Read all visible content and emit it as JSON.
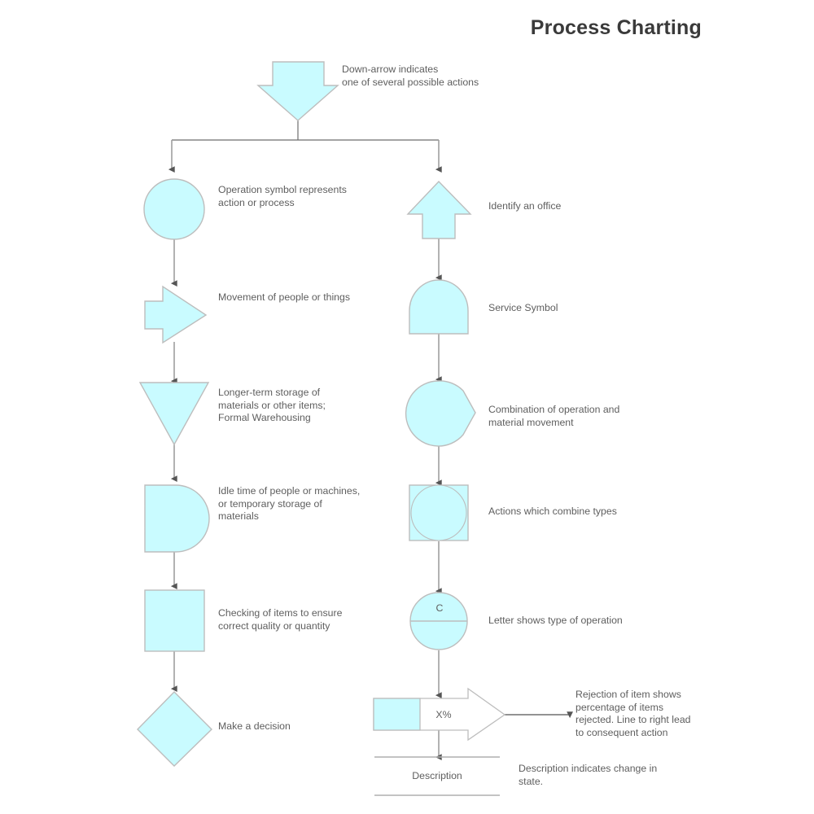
{
  "title": "Process Charting",
  "colors": {
    "shape_fill": "#C9FBFF",
    "shape_stroke": "#BDBDBD",
    "connector": "#9E9E9E",
    "branch_line": "#6E6E6E",
    "arrowhead": "#555555",
    "text": "#5E5E5E",
    "title_text": "#3A3A3A",
    "page_background": "#FFFFFF",
    "white_fill": "#FFFFFF"
  },
  "nodes": {
    "down_arrow": {
      "icon": "down-arrow-shape",
      "caption": "Down-arrow indicates\none of several possible actions"
    },
    "operation": {
      "icon": "circle-shape",
      "caption": "Operation symbol represents\naction or process"
    },
    "movement": {
      "icon": "right-arrow-shape",
      "caption": "Movement of people or things"
    },
    "storage": {
      "icon": "down-triangle-shape",
      "caption": "Longer-term storage of\nmaterials or other items;\nFormal Warehousing"
    },
    "delay": {
      "icon": "d-shape",
      "caption": "Idle time of people or machines,\nor temporary storage of\nmaterials"
    },
    "inspection": {
      "icon": "square-shape",
      "caption": "Checking of items to ensure\ncorrect quality or quantity"
    },
    "decision": {
      "icon": "diamond-shape",
      "caption": "Make a decision"
    },
    "office": {
      "icon": "up-arrow-shape",
      "caption": "Identify an office"
    },
    "service": {
      "icon": "dome-shape",
      "caption": "Service Symbol"
    },
    "combination": {
      "icon": "teardrop-shape",
      "caption": "Combination of operation and\nmaterial movement"
    },
    "combined_types": {
      "icon": "square-with-circle-shape",
      "caption": "Actions which combine types"
    },
    "lettered_operation": {
      "icon": "circle-with-letter-shape",
      "letter": "C",
      "caption": "Letter shows type of operation"
    },
    "rejection": {
      "icon": "percent-arrow-shape",
      "value": "X%",
      "caption": "Rejection of item shows\npercentage of items\nrejected. Line to right lead\nto consequent action"
    },
    "description": {
      "icon": "description-band-shape",
      "label": "Description",
      "caption": "Description indicates change in\nstate."
    }
  }
}
